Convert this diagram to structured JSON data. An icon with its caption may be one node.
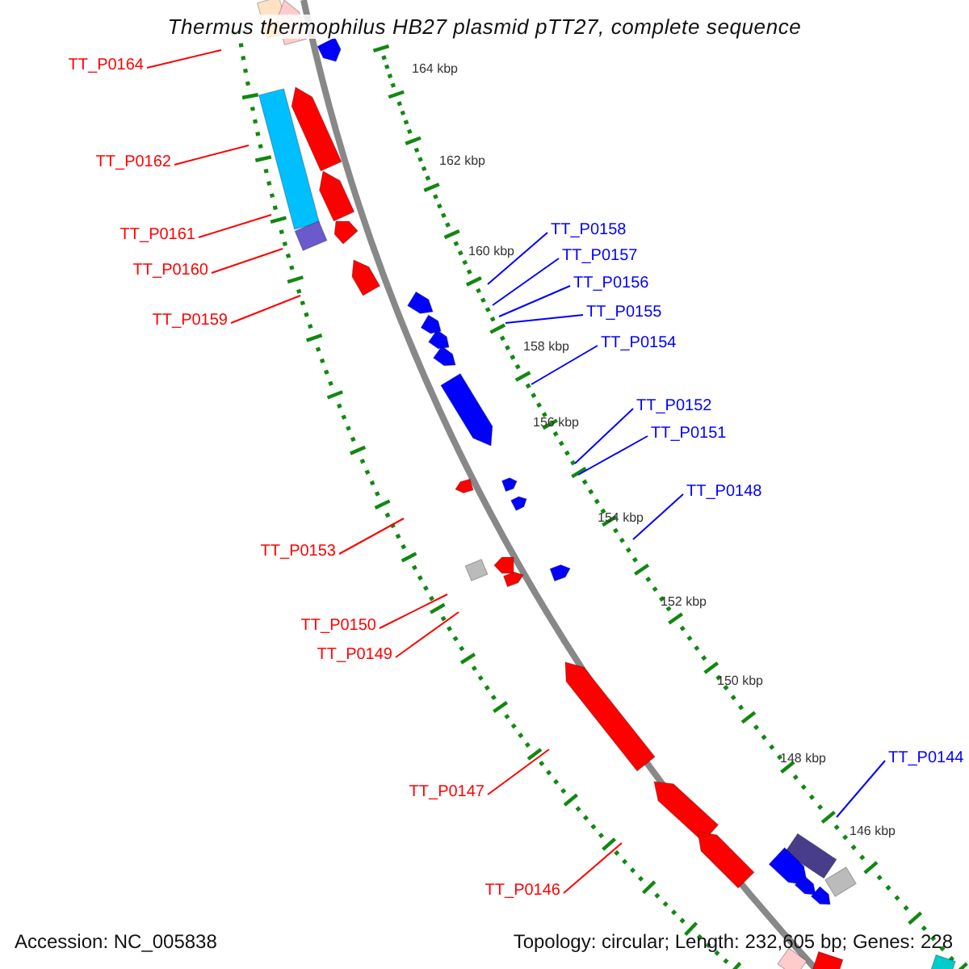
{
  "diagram": {
    "title": "Thermus thermophilus HB27 plasmid pTT27, complete sequence",
    "nodes": [
      {
        "text": [
          "TT_P0164"
        ]
      },
      {
        "text": [
          "TT_P0162"
        ]
      },
      {
        "text": [
          "TT_P0161"
        ]
      },
      {
        "text": [
          "TT_P0160"
        ]
      },
      {
        "text": [
          "TT_P0159"
        ]
      },
      {
        "text": [
          "TT_P0158"
        ]
      },
      {
        "text": [
          "TT_P0157"
        ]
      },
      {
        "text": [
          "TT_P0156"
        ]
      },
      {
        "text": [
          "TT_P0155"
        ]
      },
      {
        "text": [
          "TT_P0154"
        ]
      },
      {
        "text": [
          "TT_P0152"
        ]
      },
      {
        "text": [
          "TT_P0151"
        ]
      },
      {
        "text": [
          "TT_P0148"
        ]
      },
      {
        "text": [
          "TT_P0153"
        ]
      },
      {
        "text": [
          "TT_P0150"
        ]
      },
      {
        "text": [
          "TT_P0149"
        ]
      },
      {
        "text": [
          "TT_P0147"
        ]
      },
      {
        "text": [
          "TT_P0144"
        ]
      },
      {
        "text": [
          "TT_P0146"
        ]
      }
    ],
    "edges": [
      {
        "from": 0,
        "to": null,
        "arrow": "none"
      },
      {
        "from": 1,
        "to": null,
        "arrow": "none"
      },
      {
        "from": 2,
        "to": null,
        "arrow": "none"
      },
      {
        "from": 3,
        "to": null,
        "arrow": "none"
      },
      {
        "from": 4,
        "to": null,
        "arrow": "none"
      },
      {
        "from": 5,
        "to": null,
        "arrow": "none",
        "color": "#0000ff"
      },
      {
        "from": 6,
        "to": null,
        "arrow": "none",
        "color": "#0000ff"
      },
      {
        "from": 7,
        "to": null,
        "arrow": "none",
        "color": "#0000ff"
      },
      {
        "from": 8,
        "to": null,
        "arrow": "none",
        "color": "#0000ff"
      },
      {
        "from": 9,
        "to": null,
        "arrow": "none",
        "color": "#0000ff"
      },
      {
        "from": 10,
        "to": null,
        "arrow": "none",
        "color": "#0000ff"
      },
      {
        "from": 11,
        "to": null,
        "arrow": "none",
        "color": "#0000ff"
      },
      {
        "from": 12,
        "to": null,
        "arrow": "none",
        "color": "#0000ff"
      },
      {
        "from": 13,
        "to": null,
        "arrow": "none"
      },
      {
        "from": 14,
        "to": null,
        "arrow": "none"
      },
      {
        "from": 15,
        "to": null,
        "arrow": "none"
      },
      {
        "from": 16,
        "to": null,
        "arrow": "none"
      },
      {
        "from": 17,
        "to": null,
        "arrow": "none",
        "color": "#0000ff"
      },
      {
        "from": 18,
        "to": null,
        "arrow": "none"
      }
    ],
    "labels": [
      "164 kbp",
      "162 kbp",
      "160 kbp",
      "158 kbp",
      "156 kbp",
      "154 kbp",
      "152 kbp",
      "150 kbp",
      "148 kbp",
      "146 kbp",
      "Accession: NC_005838",
      "Topology: circular; Length: 232,605 bp; Genes: 228"
    ]
  }
}
